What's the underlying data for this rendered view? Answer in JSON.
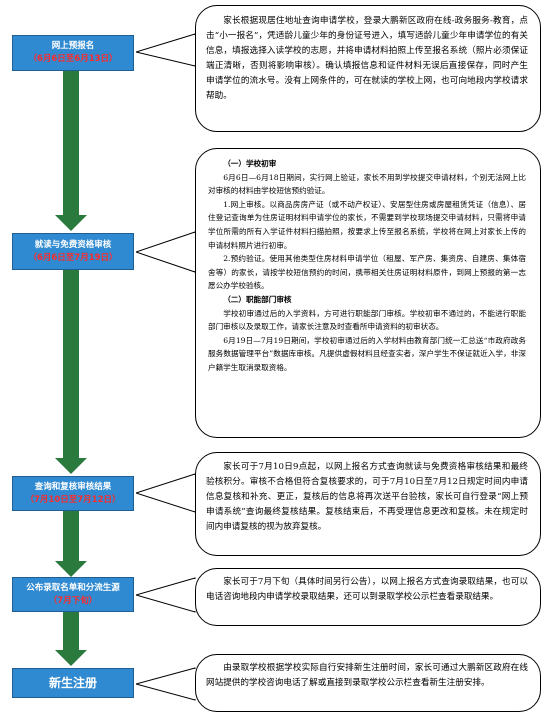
{
  "steps": [
    {
      "title": "网上预报名",
      "date": "（6月6日至6月13日）"
    },
    {
      "title": "就读与免费资格审核",
      "date": "（6月6日至7月19日）"
    },
    {
      "title": "查询和复核审核结果",
      "date": "（7月10日至7月12日）"
    },
    {
      "title": "公布录取名单和分流生源",
      "date": "（7月下旬）"
    },
    {
      "title": "新生注册",
      "date": ""
    }
  ],
  "callouts": {
    "c1": {
      "p1": "家长根据现居住地址查询申请学校，登录大鹏新区政府在线-政务服务-教育，点击“小一报名”，凭适龄儿童少年的身份证号进入，填写适龄儿童少年申请学位的有关信息，填报选择入读学校的志愿，并将申请材料拍照上传至报名系统（照片必须保证端正清晰，否则将影响审核）。确认填报信息和证件材料无误后直接保存，同时产生申请学位的流水号。没有上网条件的，可在就读的学校上网，也可向地段内学校请求帮助。"
    },
    "c2": {
      "h1": "（一）学校初审",
      "p1": "6月6日—6月18日期间，实行网上验证，家长不用到学校提交申请材料，个别无法网上比对审核的材料由学校短信预约验证。",
      "p2": "1.网上审核。以商品房房产证（或不动产权证）、安居型住房或房屋租赁凭证（信息）、居住登记查询单为住房证明材料申请学位的家长，不需要到学校现场提交申请材料，只需将申请学位所需的所有入学证件材料扫描拍照，按要求上传至报名系统，学校将在网上对家长上传的申请材料照片进行初审。",
      "p3": "2.预约验证。使用其他类型住房材料申请学位（租屋、军产房、集资房、自建房、集体宿舍等）的家长，请按学校短信预约的时间，携带相关住房证明材料原件，到网上预报的第一志愿公办学校验核。",
      "h2": "（二）职能部门审核",
      "p4": "学校初审通过后的入学资料，方可进行职能部门审核。学校初审不通过的，不能进行职能部门审核以及录取工作，请家长注意及时查看所申请资料的初审状态。",
      "p5": "6月19日—7月19日期间，学校初审通过后的入学材料由教育部门统一汇总送“市政府政务服务数据管理平台”数据库审核。凡提供虚假材料且经查实者，深户学生不保证就近入学，非深户籍学生取消录取资格。"
    },
    "c3": {
      "p1": "家长可于7月10日9点起，以网上报名方式查询就读与免费资格审核结果和最终验核积分。审核不合格但符合复核要求的，可于7月10日至7月12日规定时间内申请信息复核和补充、更正，复核后的信息将再次送平台验核，家长可自行登录“网上预申请系统”查询最终复核结果。复核结束后，不再受理信息更改和复核。未在规定时间内申请复核的视为放弃复核。"
    },
    "c4": {
      "p1": "家长可于7月下旬（具体时间另行公告），以网上报名方式查询录取结果，也可以电话咨询地段内申请学校录取结果，还可以到录取学校公示栏查看录取结果。"
    },
    "c5": {
      "p1": "由录取学校根据学校实际自行安排新生注册时间，家长可通过大鹏新区政府在线网站提供的学校咨询电话了解或直接到录取学校公示栏查看新生注册安排。"
    }
  }
}
